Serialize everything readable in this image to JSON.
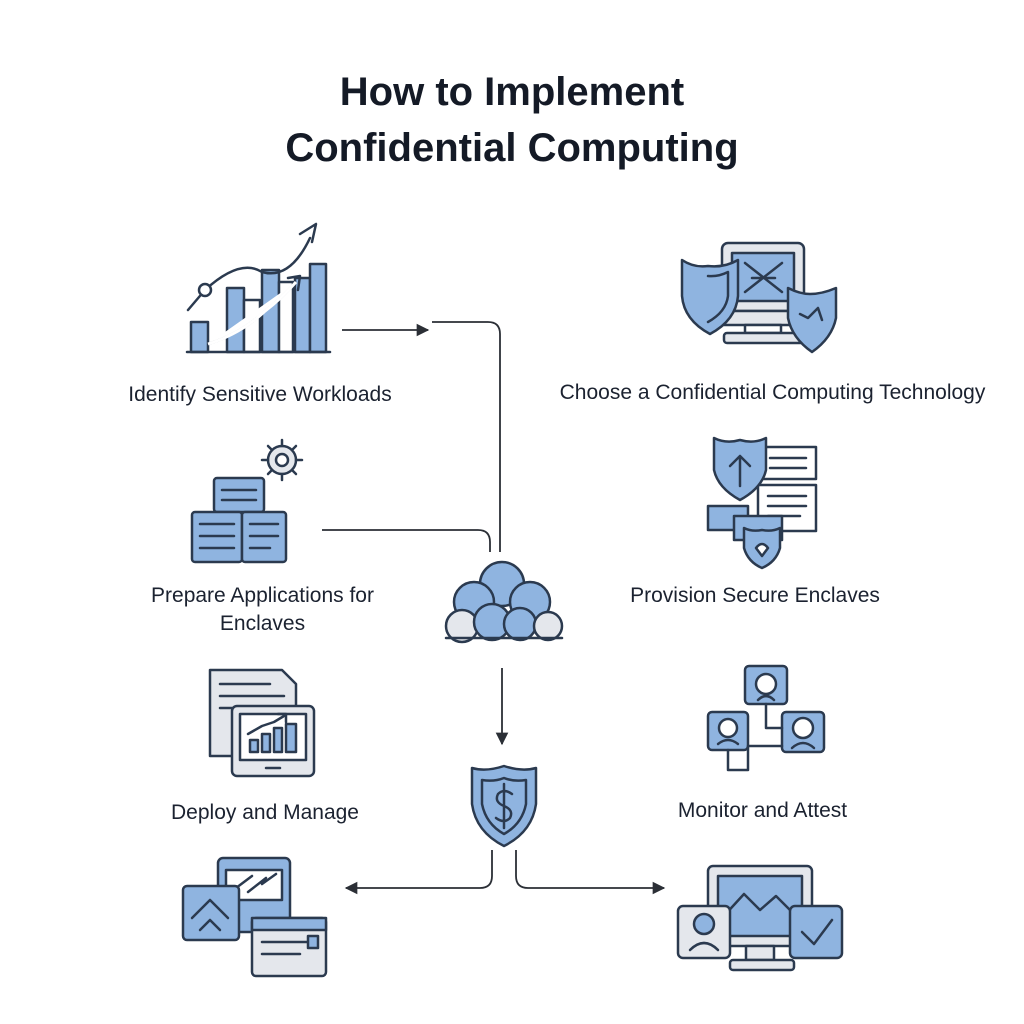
{
  "title": {
    "line1": "How to Implement",
    "line2": "Confidential Computing"
  },
  "steps": {
    "identify": "Identify Sensitive Workloads",
    "choose": "Choose a Confidential Computing Technology",
    "prepare_line1": "Prepare Applications for",
    "prepare_line2": "Enclaves",
    "provision": "Provision Secure Enclaves",
    "deploy": "Deploy and Manage",
    "monitor": "Monitor and Attest"
  },
  "icons": {
    "identify": "growth-chart-icon",
    "choose": "secure-monitor-icon",
    "prepare": "server-gear-icon",
    "provision": "shield-documents-icon",
    "center_cloud": "cloud-cluster-icon",
    "deploy": "document-dashboard-icon",
    "monitor": "user-network-icon",
    "center_shield": "dollar-shield-icon",
    "bottom_left": "migration-windows-icon",
    "bottom_right": "monitor-check-icon"
  },
  "colors": {
    "accent": "#8fb4e0",
    "stroke": "#2b3a4f",
    "fill_gray": "#e4e7ec",
    "text": "#1b2230"
  }
}
